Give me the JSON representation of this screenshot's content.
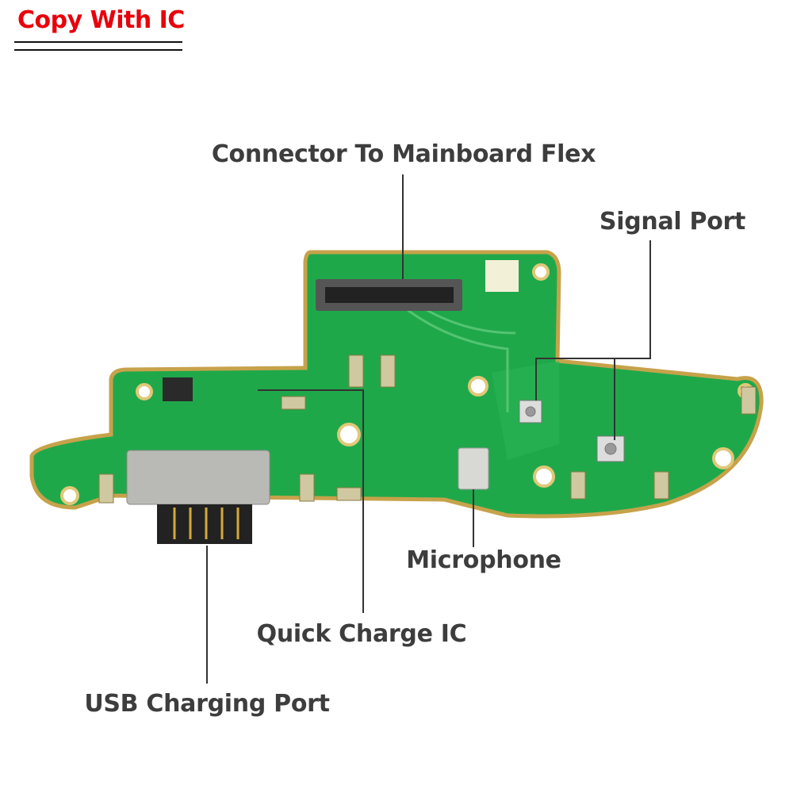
{
  "badge": {
    "title": "Copy With IC"
  },
  "labels": {
    "connector": "Connector To Mainboard Flex",
    "signal_port": "Signal Port",
    "microphone": "Microphone",
    "quick_charge_ic": "Quick Charge IC",
    "usb_port": "USB Charging Port"
  },
  "colors": {
    "title": "#e8000b",
    "pcb": "#1fa84a",
    "label": "#3d3d3d"
  }
}
